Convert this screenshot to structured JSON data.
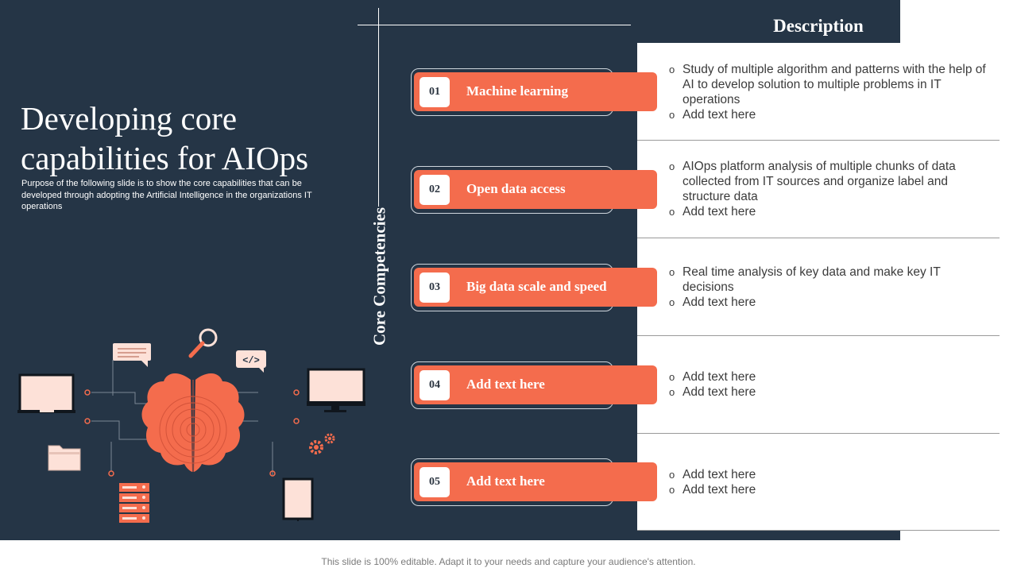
{
  "slide": {
    "title": "Developing core capabilities for AIOps",
    "subtitle": "Purpose of the following slide is to show the core capabilities that can be developed through adopting the Artificial Intelligence in the organizations IT operations",
    "vertical_label": "Core Competencies",
    "description_header": "Description",
    "footer": "This slide is 100% editable. Adapt it to your needs and capture your audience's attention."
  },
  "colors": {
    "background": "#253546",
    "accent": "#f46c4d",
    "light_accent": "#fde1d8",
    "panel": "#ffffff"
  },
  "capabilities": [
    {
      "number": "01",
      "label": "Machine learning",
      "bullets": [
        "Study of multiple algorithm and patterns with the help of AI to develop solution to multiple problems in IT operations",
        "Add text here"
      ]
    },
    {
      "number": "02",
      "label": "Open data access",
      "bullets": [
        "AIOps platform analysis of multiple chunks of data collected from IT sources  and organize label and structure  data",
        "Add text here"
      ]
    },
    {
      "number": "03",
      "label": "Big data scale and speed",
      "bullets": [
        "Real time analysis of key data and make key IT decisions",
        "Add text here"
      ]
    },
    {
      "number": "04",
      "label": "Add text here",
      "bullets": [
        "Add text here",
        "Add text here"
      ]
    },
    {
      "number": "05",
      "label": "Add text here",
      "bullets": [
        "Add text here",
        "Add text here"
      ]
    }
  ],
  "illustration_icons": [
    "monitor-icon",
    "folder-icon",
    "server-icon",
    "chat-bubble-icon",
    "magnifier-icon",
    "code-icon",
    "brain-icon",
    "desktop-icon",
    "gears-icon",
    "tablet-icon"
  ]
}
